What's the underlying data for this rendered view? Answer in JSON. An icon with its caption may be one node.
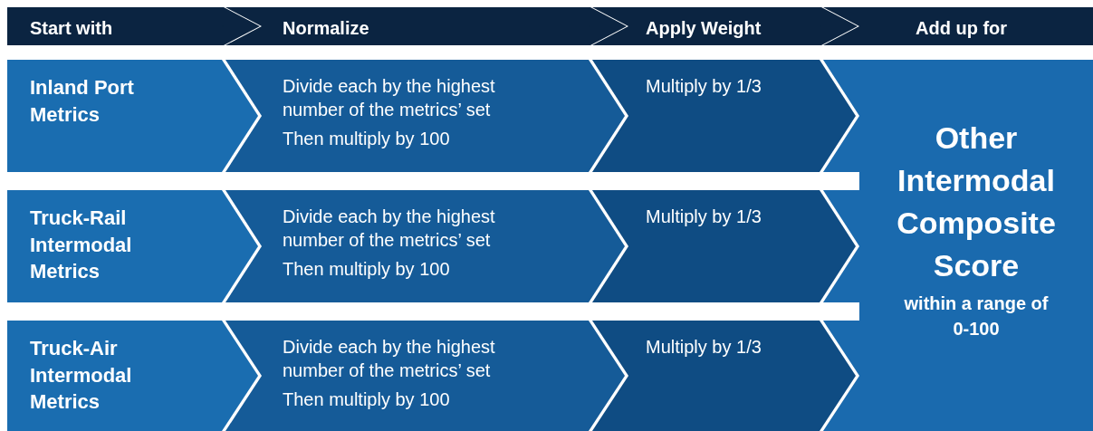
{
  "diagram": {
    "nodes": [
      {
        "text": [
          "Start with"
        ]
      },
      {
        "text": [
          "Normalize"
        ]
      },
      {
        "text": [
          "Apply Weight"
        ]
      },
      {
        "text": [
          "Add up for"
        ]
      },
      {
        "text": [
          "Inland Port Metrics"
        ]
      },
      {
        "text": [
          "Divide each by the highest number of the metrics’ set",
          "Then multiply by 100"
        ]
      },
      {
        "text": [
          "Multiply by 1/3"
        ]
      },
      {
        "text": [
          "Other Intermodal Composite Score",
          "within a range of 0-100"
        ]
      },
      {
        "text": [
          "Truck-Rail Intermodal Metrics"
        ]
      },
      {
        "text": [
          "Divide each by the highest number of the metrics’ set",
          "Then multiply by 100"
        ]
      },
      {
        "text": [
          "Multiply by 1/3"
        ]
      },
      {
        "text": [
          "Truck-Air Intermodal Metrics"
        ]
      },
      {
        "text": [
          "Divide each by the highest number of the metrics’ set",
          "Then multiply by 100"
        ]
      },
      {
        "text": [
          "Multiply by 1/3"
        ]
      }
    ],
    "edges": [
      {
        "from": 0,
        "to": 1,
        "arrow": "to"
      },
      {
        "from": 1,
        "to": 2,
        "arrow": "to"
      },
      {
        "from": 2,
        "to": 3,
        "arrow": "to"
      },
      {
        "from": 4,
        "to": 5,
        "arrow": "to"
      },
      {
        "from": 5,
        "to": 6,
        "arrow": "to"
      },
      {
        "from": 6,
        "to": 7,
        "arrow": "to",
        "color": "#1a6aae"
      },
      {
        "from": 8,
        "to": 9,
        "arrow": "to"
      },
      {
        "from": 9,
        "to": 10,
        "arrow": "to"
      },
      {
        "from": 10,
        "to": 7,
        "arrow": "to",
        "color": "#1a6aae"
      },
      {
        "from": 11,
        "to": 12,
        "arrow": "to"
      },
      {
        "from": 12,
        "to": 13,
        "arrow": "to"
      },
      {
        "from": 13,
        "to": 7,
        "arrow": "to",
        "color": "#1a6aae"
      }
    ]
  }
}
